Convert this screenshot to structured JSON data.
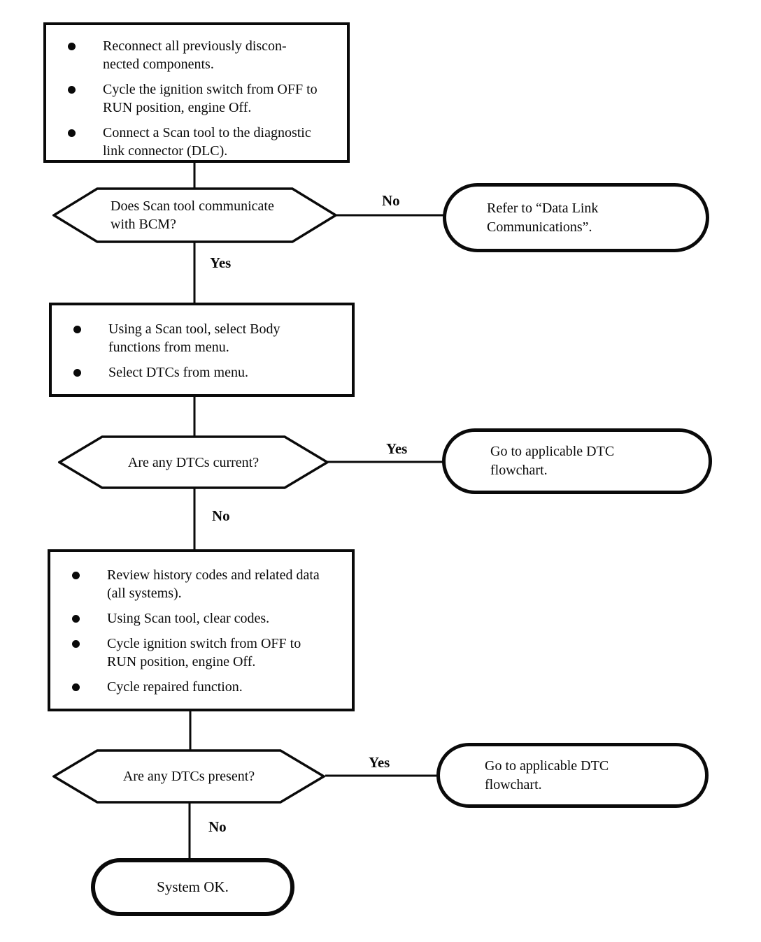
{
  "flow": {
    "box1": {
      "items": [
        "Reconnect all previously discon-\nnected components.",
        "Cycle the ignition switch from OFF to\nRUN position, engine Off.",
        "Connect a Scan tool to the diagnostic\nlink connector (DLC)."
      ]
    },
    "decision1": {
      "question": "Does Scan tool communicate\nwith BCM?",
      "no_label": "No",
      "yes_label": "Yes"
    },
    "terminal_no1": {
      "text": "Refer to “Data Link\nCommunications”."
    },
    "box2": {
      "items": [
        "Using a Scan tool, select Body\nfunctions from menu.",
        "Select DTCs from menu."
      ]
    },
    "decision2": {
      "question": "Are any DTCs current?",
      "yes_label": "Yes",
      "no_label": "No"
    },
    "terminal_yes2": {
      "text": "Go to applicable DTC\nflowchart."
    },
    "box3": {
      "items": [
        "Review history codes and related data\n(all systems).",
        "Using Scan tool, clear codes.",
        "Cycle ignition switch from OFF to\nRUN position, engine Off.",
        "Cycle repaired function."
      ]
    },
    "decision3": {
      "question": "Are any DTCs present?",
      "yes_label": "Yes",
      "no_label": "No"
    },
    "terminal_yes3": {
      "text": "Go to applicable DTC\nflowchart."
    },
    "terminal_end": {
      "text": "System OK."
    }
  }
}
